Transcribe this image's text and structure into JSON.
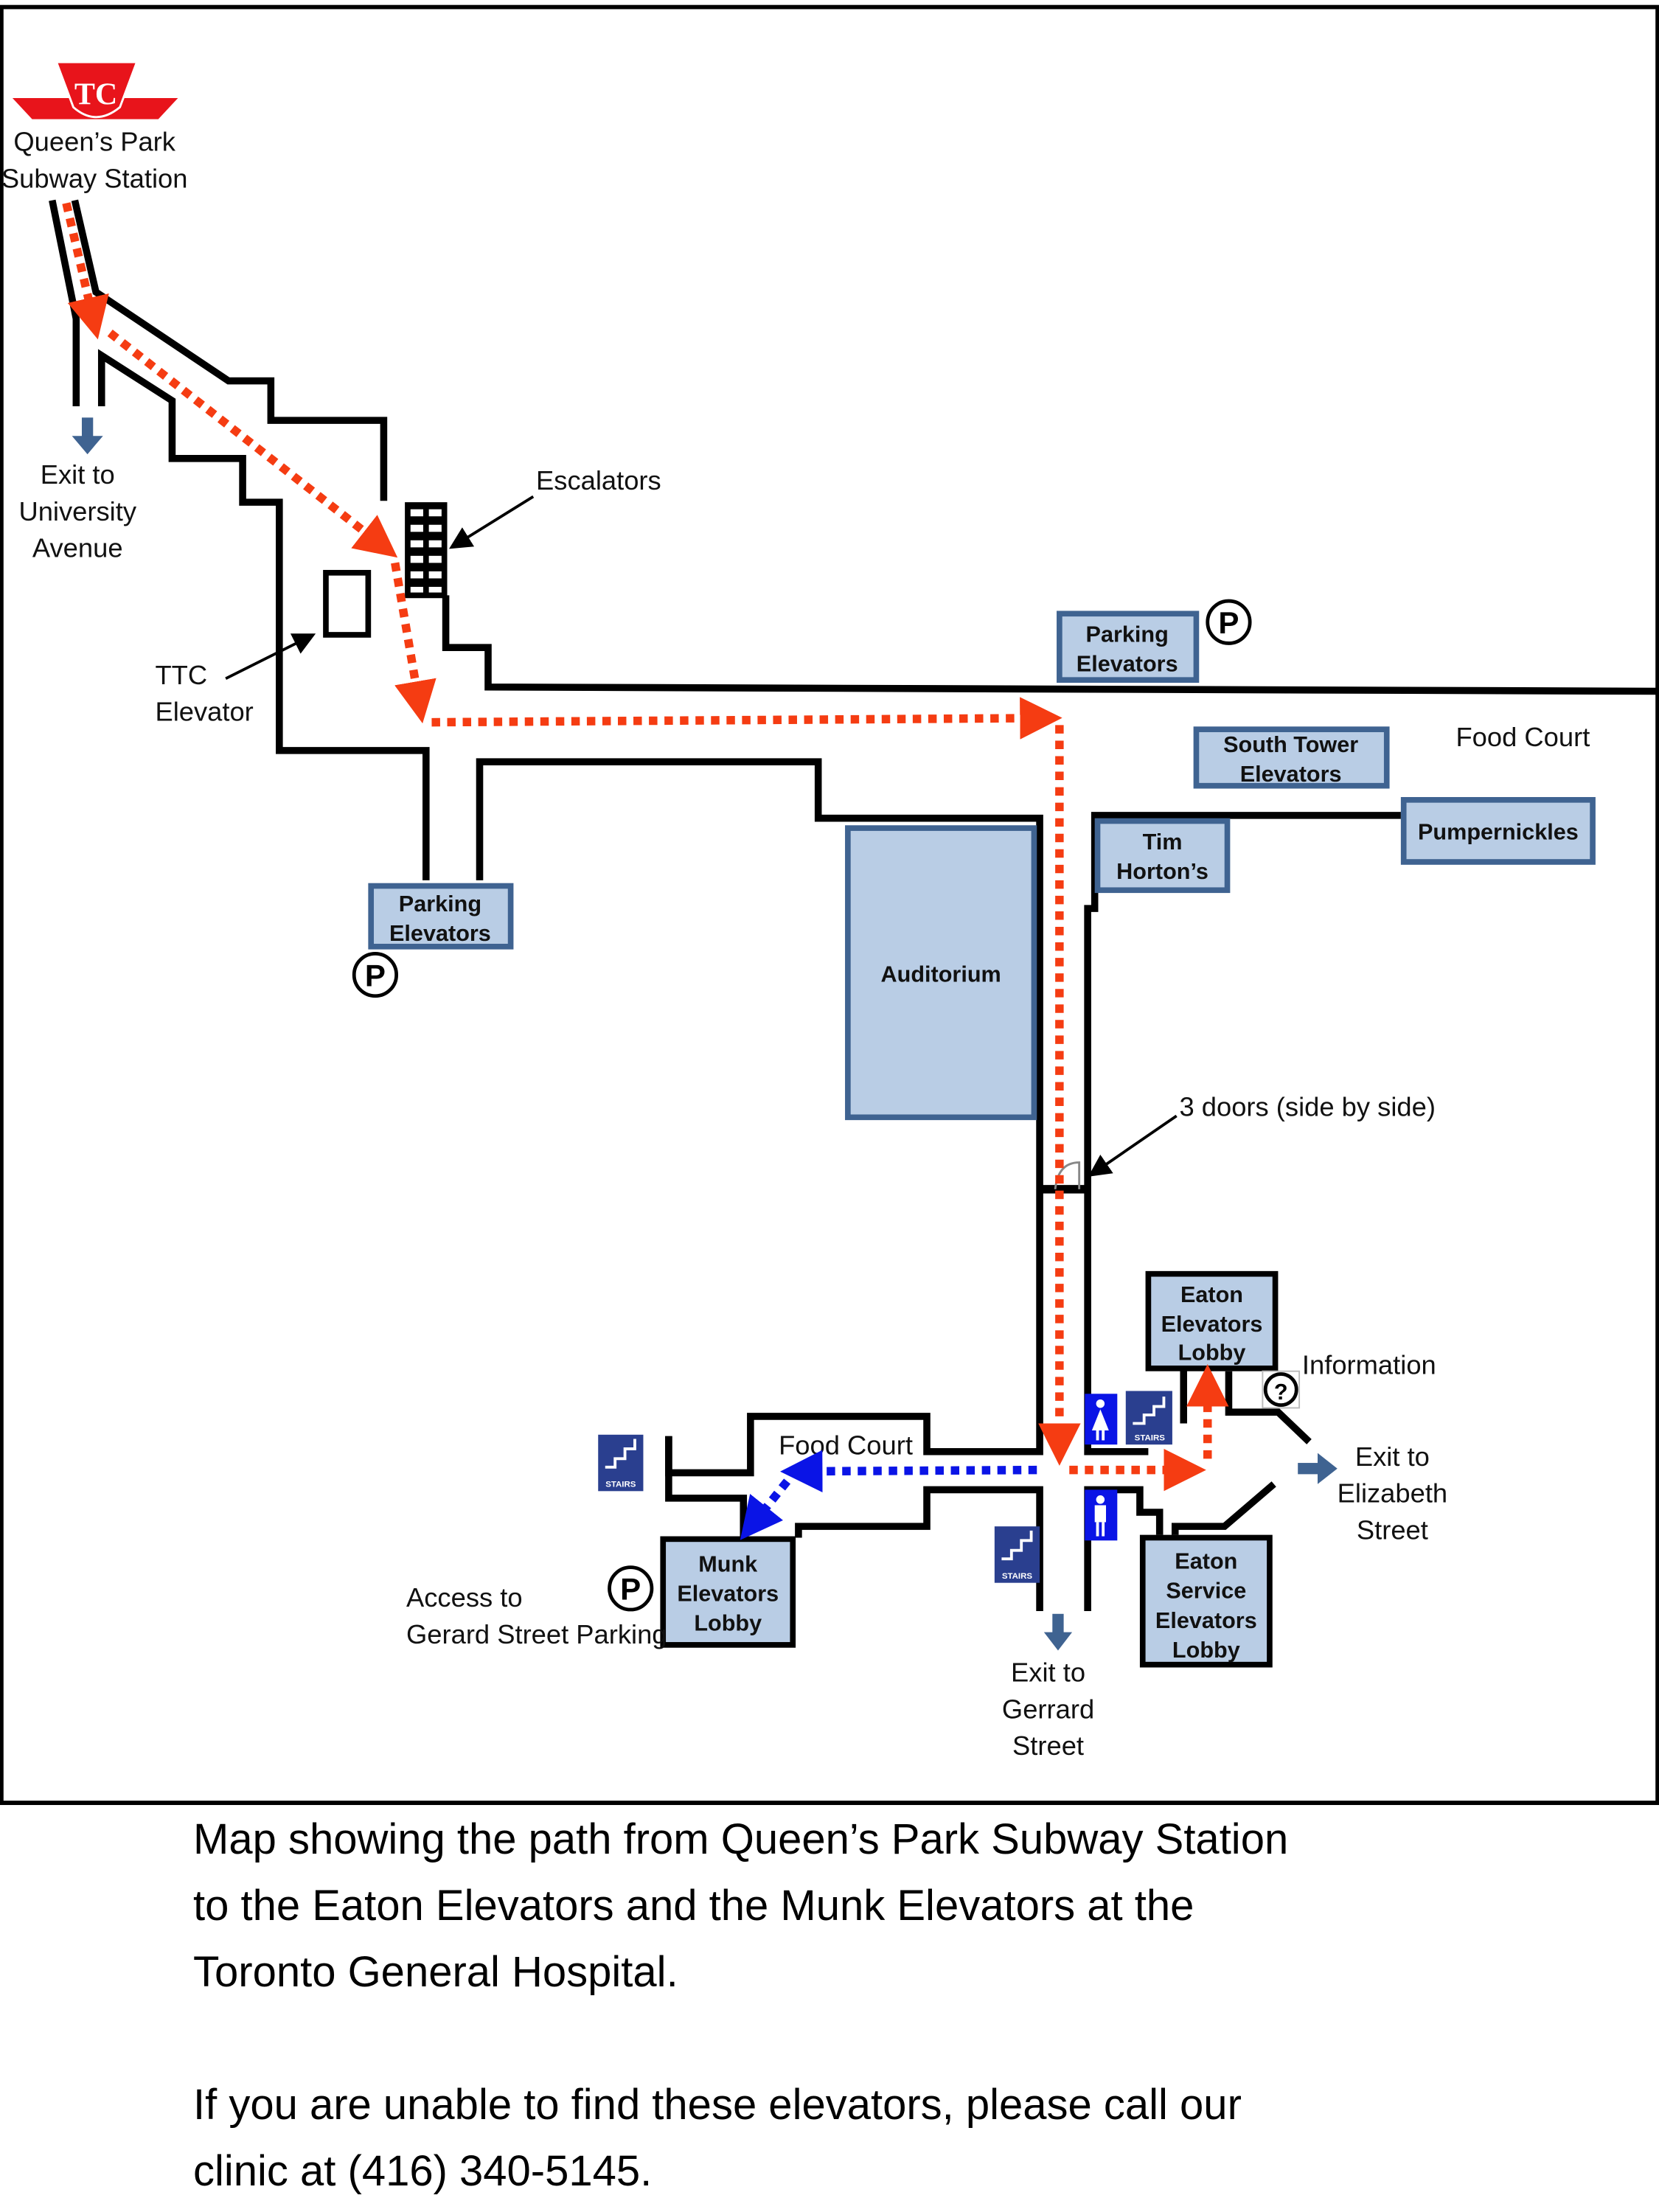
{
  "station": {
    "line1": "Queen’s Park",
    "line2": "Subway Station",
    "logo": "ttc-logo"
  },
  "labels": {
    "exit_university": [
      "Exit to",
      "University",
      "Avenue"
    ],
    "escalators": "Escalators",
    "ttc_elevator": [
      "TTC",
      "Elevator"
    ],
    "parking_elevators_west": [
      "Parking",
      "Elevators"
    ],
    "parking_elevators_north": [
      "Parking",
      "Elevators"
    ],
    "south_tower_elevators": [
      "South Tower",
      "Elevators"
    ],
    "food_court_north": "Food Court",
    "tim_hortons": [
      "Tim",
      "Horton’s"
    ],
    "pumpernickles": "Pumpernickles",
    "auditorium": "Auditorium",
    "three_doors": "3 doors (side by side)",
    "eaton_elevators": [
      "Eaton",
      "Elevators",
      "Lobby"
    ],
    "information": "Information",
    "exit_elizabeth": [
      "Exit to",
      "Elizabeth",
      "Street"
    ],
    "eaton_service": [
      "Eaton",
      "Service",
      "Elevators",
      "Lobby"
    ],
    "food_court_south": "Food Court",
    "munk_elevators": [
      "Munk",
      "Elevators",
      "Lobby"
    ],
    "gerard_parking": [
      "Access to",
      "Gerard Street Parking"
    ],
    "exit_gerrard": [
      "Exit to",
      "Gerrard",
      "Street"
    ],
    "stairs": "STAIRS",
    "parking_symbol": "P",
    "info_symbol": "?"
  },
  "colors": {
    "route_red": "#f53c12",
    "route_blue": "#0a14e6",
    "box_fill": "#b9cde5",
    "box_border": "#3f6391",
    "ttc_red": "#e8141b",
    "exit_arrow": "#3f6391",
    "sign_blue": "#2a3f8f"
  },
  "caption": {
    "line1": "Map showing the path from Queen’s Park Subway Station",
    "line2": "to the Eaton Elevators and the Munk Elevators at the",
    "line3": "Toronto General Hospital.",
    "line4": "If you are unable to find these elevators, please call our",
    "line5": "clinic at (416) 340-5145."
  }
}
